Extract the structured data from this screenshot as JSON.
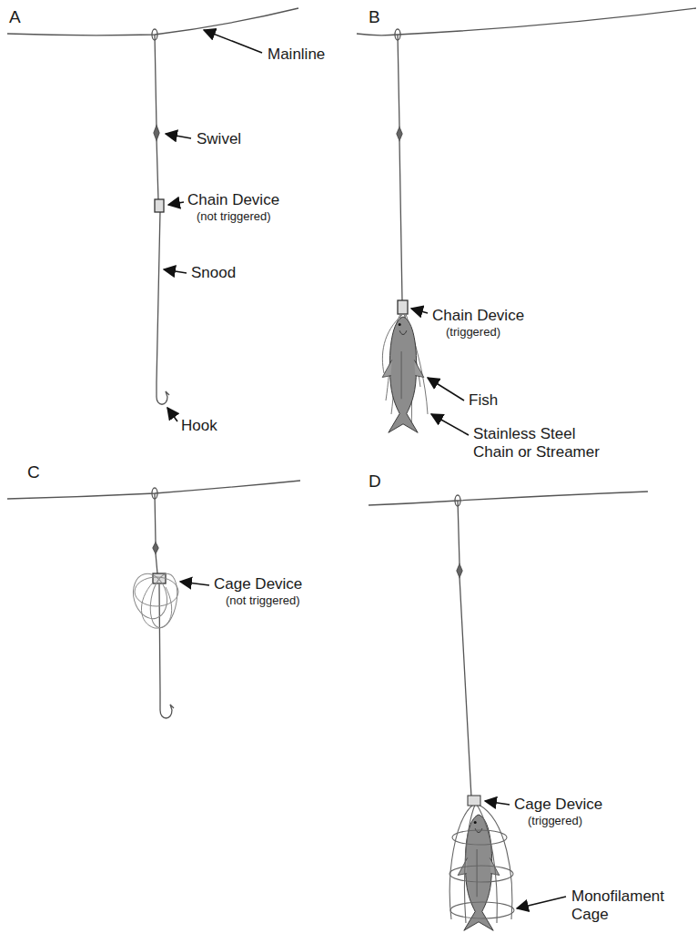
{
  "diagram": {
    "labels": [
      "A",
      "Mainline",
      "Swivel",
      "Chain Device",
      "(not triggered)",
      "Snood",
      "Hook",
      "B",
      "Chain Device",
      "(triggered)",
      "Fish",
      "Stainless Steel Chain or Streamer",
      "C",
      "Cage Device",
      "(not triggered)",
      "D",
      "Cage Device",
      "(triggered)",
      "Monofilament Cage"
    ]
  }
}
